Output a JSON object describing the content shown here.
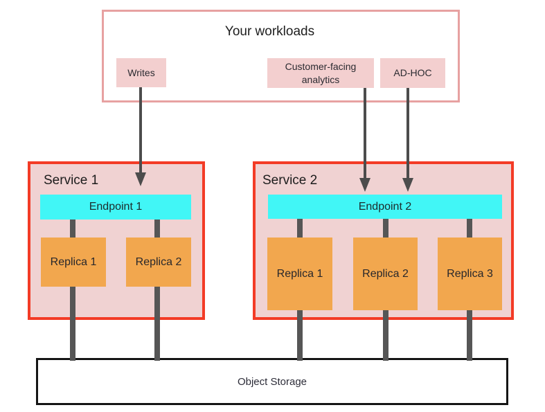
{
  "diagram": {
    "workloads": {
      "title": "Your workloads",
      "items": [
        {
          "id": "writes",
          "label": "Writes"
        },
        {
          "id": "customer-facing-analytics",
          "label": "Customer-facing analytics"
        },
        {
          "id": "ad-hoc",
          "label": "AD-HOC"
        }
      ]
    },
    "services": [
      {
        "name": "Service 1",
        "endpoint": "Endpoint 1",
        "replicas": [
          "Replica 1",
          "Replica 2"
        ]
      },
      {
        "name": "Service 2",
        "endpoint": "Endpoint 2",
        "replicas": [
          "Replica 1",
          "Replica 2",
          "Replica 3"
        ]
      }
    ],
    "storage": {
      "label": "Object Storage"
    },
    "colors": {
      "workload_box_border": "#e7a1a1",
      "workload_item_fill": "#f3cfcf",
      "service_border": "#f33b26",
      "service_fill": "#f0d2d2",
      "endpoint_fill": "#41f6f6",
      "replica_fill": "#f2a74e",
      "connector": "#565656",
      "arrow": "#4c4c4c",
      "storage_border": "#151515",
      "text": "#222222"
    }
  }
}
